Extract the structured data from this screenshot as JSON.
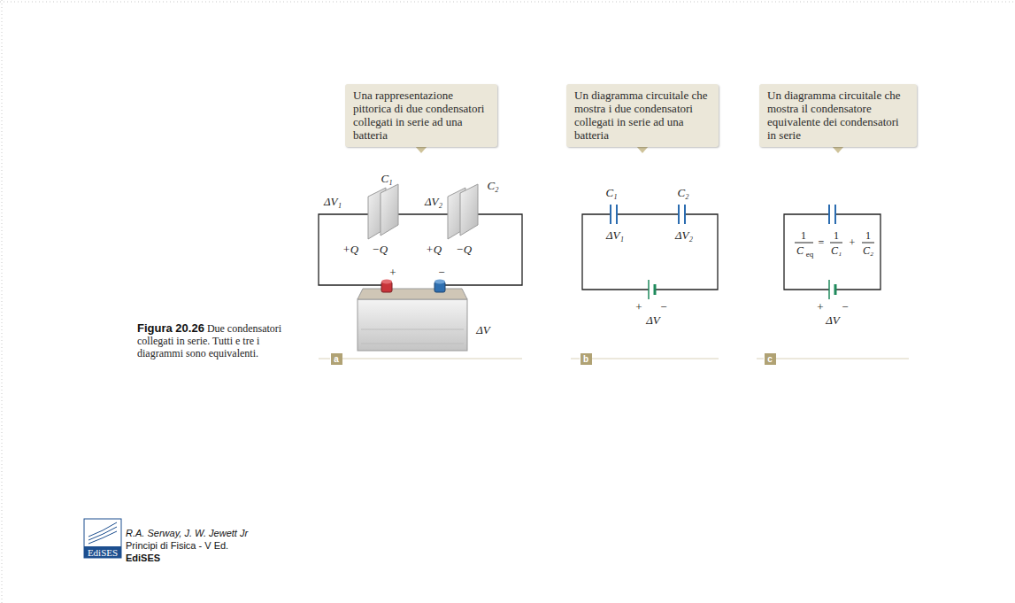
{
  "diagram": {
    "caption": "Due condensatori collegati in serie. Tutti e tre i diagrammi sono equivalenti.",
    "nodes": [
      {
        "text": [
          "Una rappresentazione pittorica di due condensatori collegati in serie ad una batteria"
        ]
      },
      {
        "text": [
          "Un diagramma circuitale che mostra i due condensatori collegati in serie ad una batteria"
        ]
      },
      {
        "text": [
          "Un diagramma circuitale che mostra il condensatore equivalente dei condensatori in serie"
        ]
      }
    ],
    "labels": [
      "C₁",
      "ΔV₁",
      "ΔV₂",
      "C₂",
      "+Q",
      "−Q",
      "+Q",
      "−Q",
      "+",
      "−",
      "ΔV",
      "C₁",
      "C₂",
      "ΔV₁",
      "ΔV₂",
      "+",
      "−",
      "ΔV",
      "1",
      "C",
      "eq",
      "=",
      "1",
      "C₁",
      "+",
      "1",
      "C₂",
      "+",
      "−",
      "ΔV",
      "a",
      "b",
      "c",
      "Figura 20.26",
      "EdiSES",
      "R.A. Serway, J. W. Jewett Jr",
      "Principi di Fisica - V Ed.",
      "EdiSES"
    ]
  }
}
